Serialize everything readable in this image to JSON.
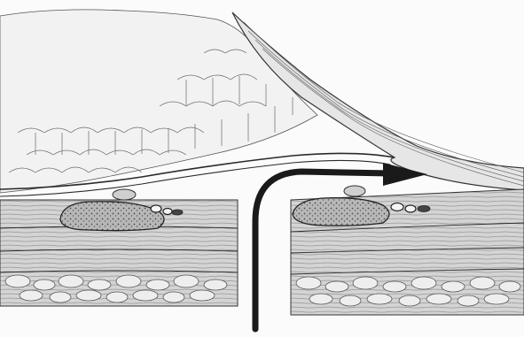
{
  "figure": {
    "kind": "anatomical-line-drawing",
    "style": "grayscale pencil/ink sketch",
    "labels": [],
    "arrow": {
      "direction": "up then right",
      "color": "#1a1a1a"
    },
    "colors": {
      "background": "#fbfbfb",
      "ink": "#2a2a2a",
      "muscle_fill": "#d6d6d6",
      "fat_fill": "#ededed",
      "node_fill": "#bdbdbd"
    }
  }
}
